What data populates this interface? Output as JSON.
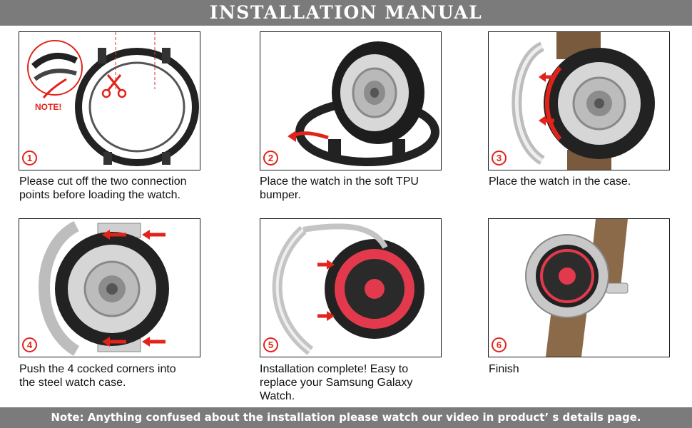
{
  "header": {
    "title": "INSTALLATION MANUAL"
  },
  "steps": [
    {
      "number": "1",
      "caption_lines": [
        "Please cut off the two connection",
        "points before loading the watch."
      ],
      "callout": "NOTE!"
    },
    {
      "number": "2",
      "caption_lines": [
        "Place the watch in the soft TPU",
        "bumper."
      ]
    },
    {
      "number": "3",
      "caption_lines": [
        "Place the watch in the case."
      ]
    },
    {
      "number": "4",
      "caption_lines": [
        "Push the 4 cocked corners into",
        "the steel watch case."
      ]
    },
    {
      "number": "5",
      "caption_lines": [
        "Installation complete! Easy to",
        "replace your Samsung Galaxy",
        "Watch."
      ]
    },
    {
      "number": "6",
      "caption_lines": [
        "Finish"
      ]
    }
  ],
  "footer": {
    "note": "Note:  Anything confused about the installation please watch our video in product’ s details page."
  },
  "colors": {
    "banner": "#7b7b7b",
    "accent_red": "#e2231a",
    "panel_border": "#1a1a1a"
  },
  "icons": [
    "scissors-icon",
    "arrow-icon",
    "watch-icon",
    "step-number-badge"
  ]
}
